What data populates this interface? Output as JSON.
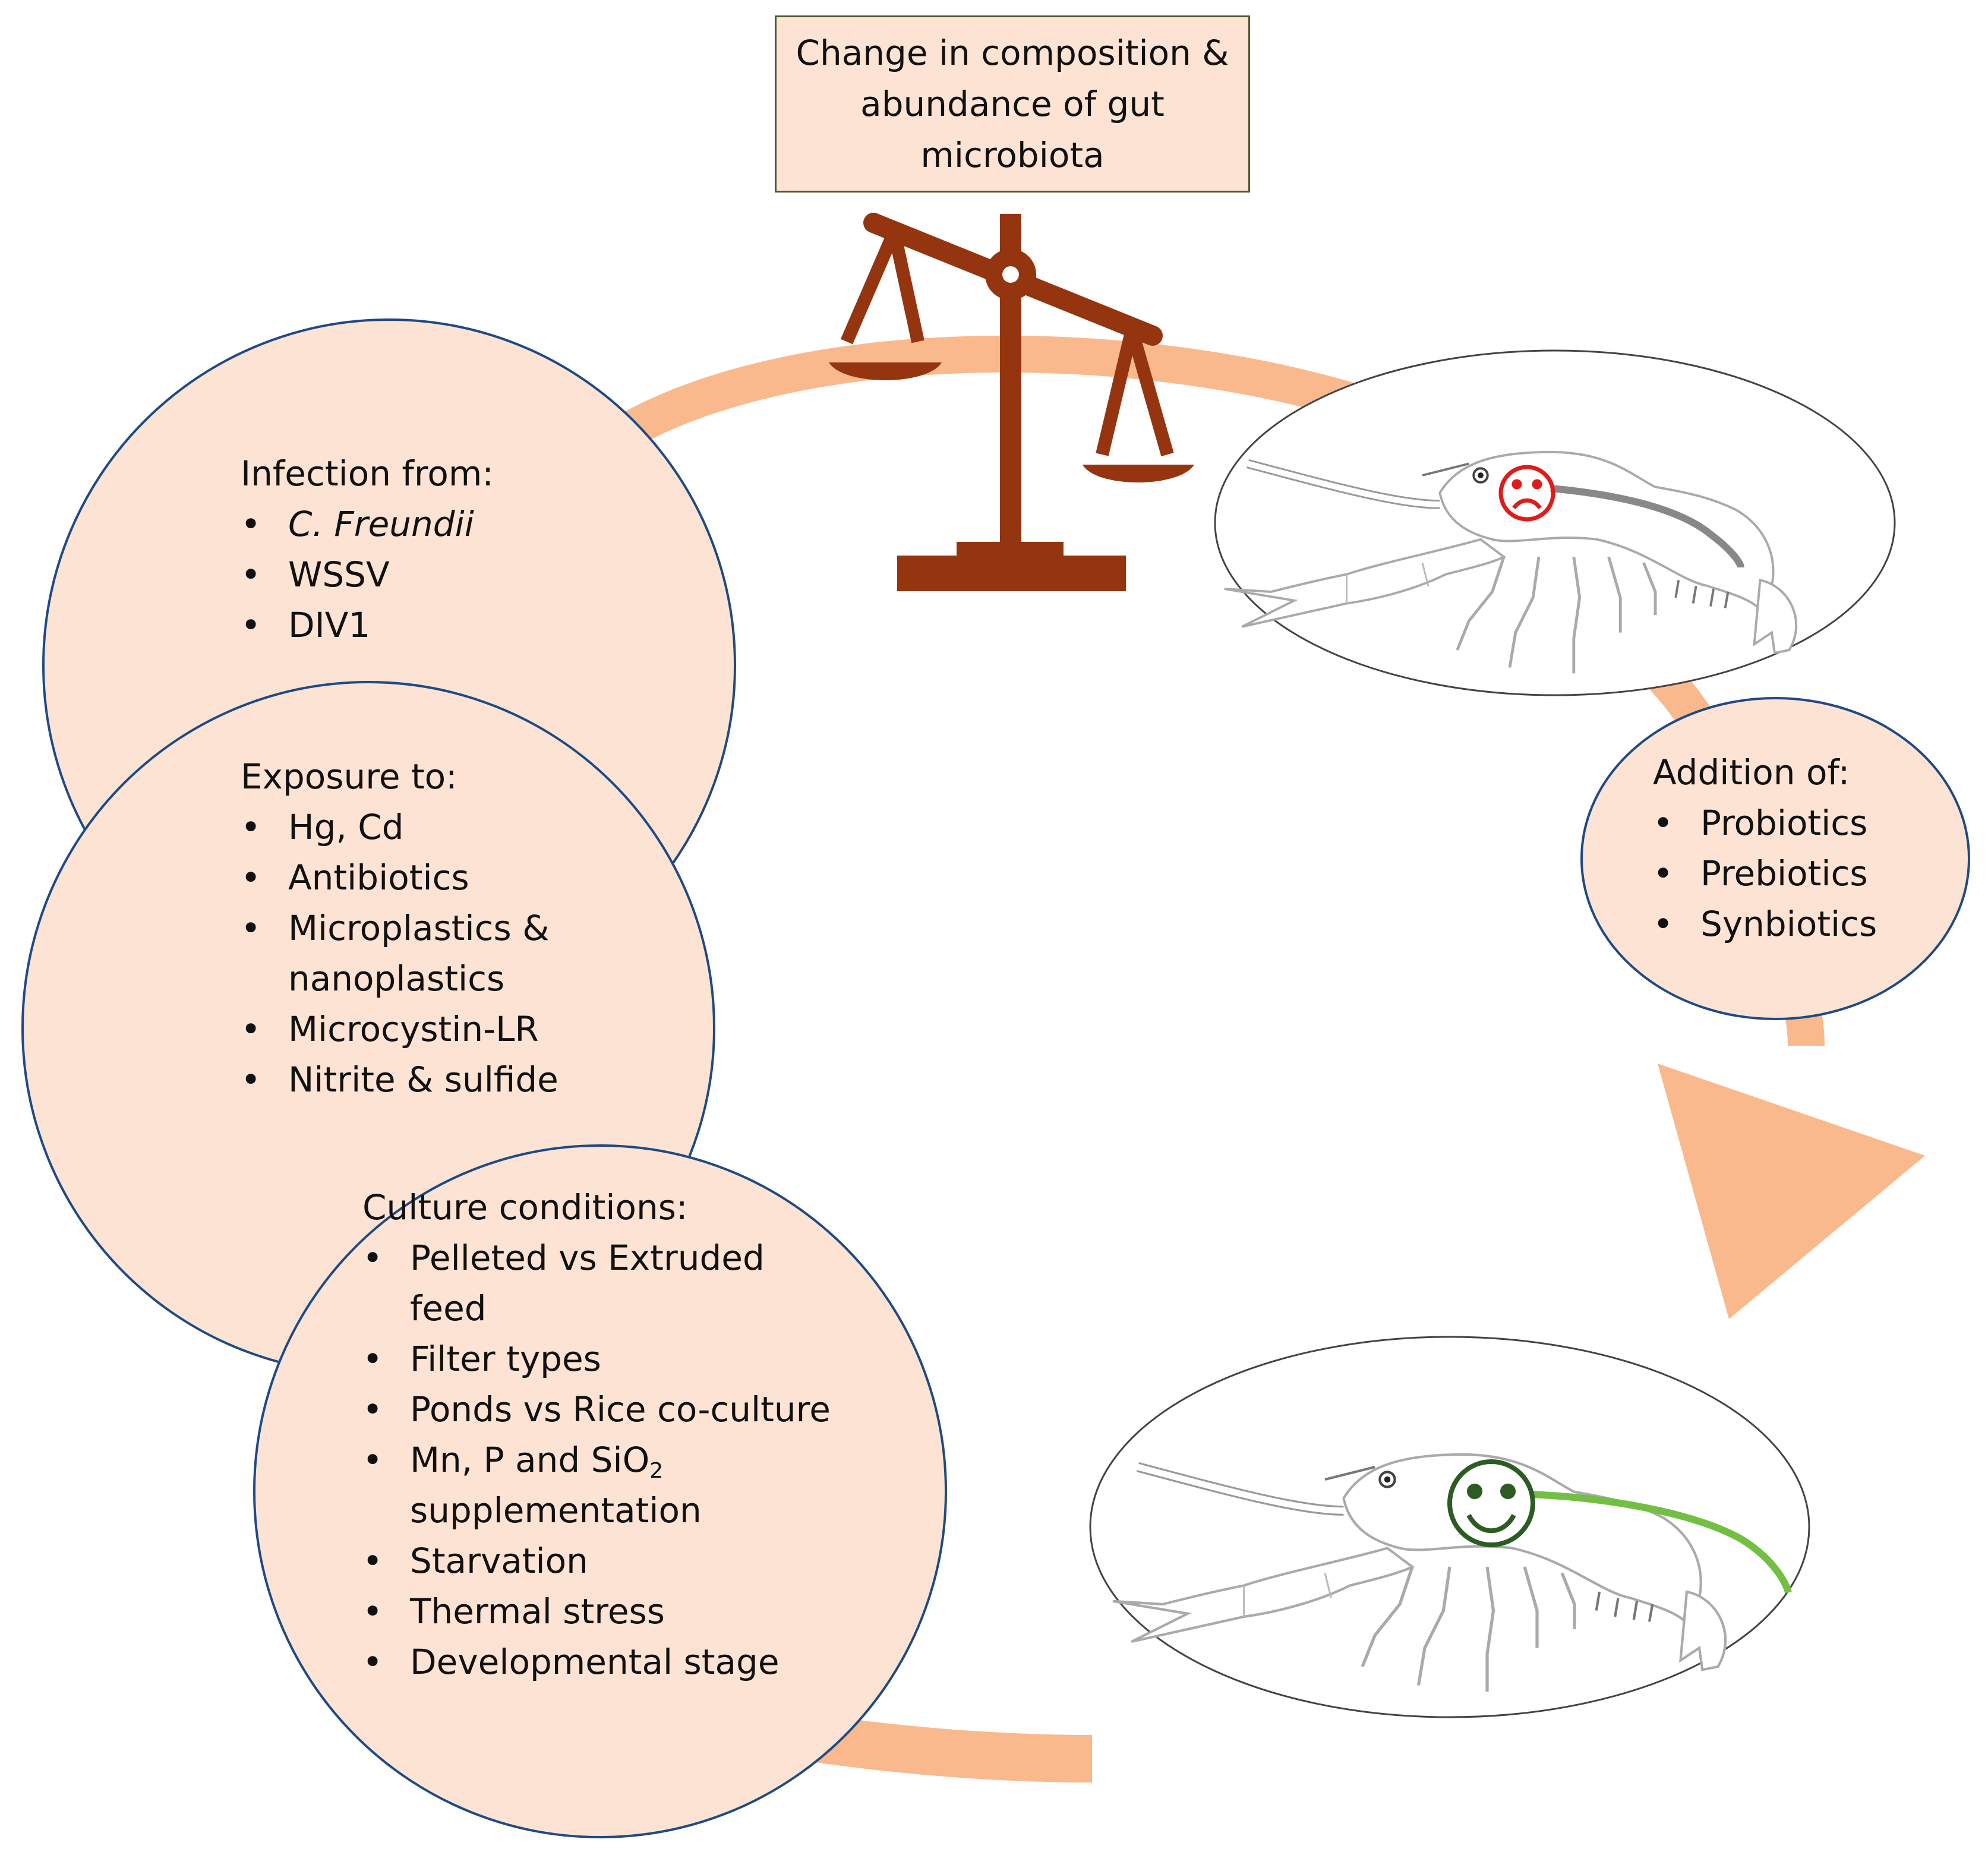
{
  "top_box": {
    "lines": [
      "Change in composition &",
      "abundance of gut",
      "microbiota"
    ]
  },
  "infection": {
    "heading": "Infection from:",
    "items": [
      "C. Freundii",
      "WSSV",
      "DIV1"
    ]
  },
  "exposure": {
    "heading": "Exposure to:",
    "items": [
      "Hg, Cd",
      "Antibiotics",
      "Microplastics &",
      "nanoplastics",
      "Microcystin-LR",
      "Nitrite & sulfide"
    ]
  },
  "culture": {
    "heading": "Culture conditions:",
    "items": [
      "Pelleted vs Extruded feed",
      "Filter types",
      "Ponds vs Rice co-culture",
      "Mn, P and SiO",
      "2",
      "supplementation",
      "Starvation",
      "Thermal stress",
      "Developmental stage"
    ]
  },
  "addition": {
    "heading": "Addition of:",
    "items": [
      "Probiotics",
      "Prebiotics",
      "Synbiotics"
    ]
  },
  "icons": {
    "balance": "balance-scale-icon",
    "sad": "sad-face-icon",
    "happy": "happy-face-icon",
    "crayfish": "crayfish-icon"
  },
  "colors": {
    "circle_fill": "#fde3d4",
    "circle_stroke": "#1f4a82",
    "arrow": "#f9b98d",
    "scale": "#94350f",
    "sad": "#e01b1b",
    "happy": "#2c5c22",
    "healthy_gut": "#72bf44"
  }
}
